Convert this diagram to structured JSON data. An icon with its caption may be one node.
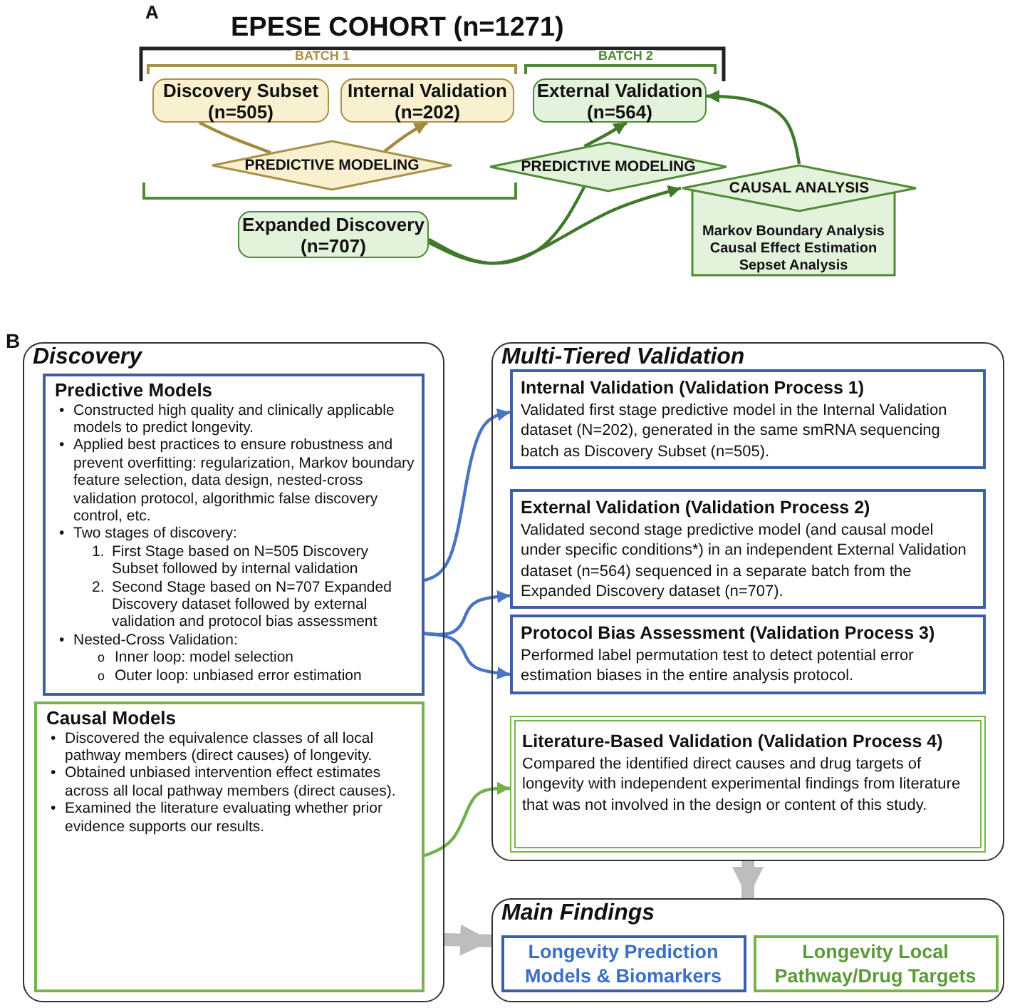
{
  "diagram": {
    "nodes": [
      {
        "text": [
          "Discovery Subset (n=505)"
        ]
      },
      {
        "text": [
          "Internal Validation (n=202)"
        ]
      },
      {
        "text": [
          "External Validation (n=564)"
        ]
      },
      {
        "text": [
          "PREDICTIVE MODELING"
        ]
      },
      {
        "text": [
          "PREDICTIVE MODELING"
        ]
      },
      {
        "text": [
          "CAUSAL ANALYSIS",
          "Markov Boundary Analysis",
          "Causal Effect Estimation",
          "Sepset Analysis"
        ]
      },
      {
        "text": [
          "Expanded Discovery (n=707)"
        ]
      },
      {
        "text": [
          "Discovery"
        ]
      },
      {
        "text": [
          "Predictive Models",
          "• Constructed high quality and clinically applicable models to predict longevity.",
          "• Applied best practices to ensure robustness and prevent overfitting: regularization, Markov boundary feature selection, data design, nested-cross validation protocol, algorithmic false discovery control, etc.",
          "• Two stages of discovery:",
          "1. First Stage based on N=505 Discovery Subset followed by internal validation",
          "2. Second Stage based on N=707 Expanded Discovery dataset followed by external validation and protocol bias assessment",
          "• Nested-Cross Validation:",
          "o Inner loop: model selection",
          "o Outer loop: unbiased error estimation"
        ],
        "in": 7
      },
      {
        "text": [
          "Causal Models",
          "• Discovered the equivalence classes of all local pathway members (direct causes) of longevity.",
          "• Obtained unbiased intervention effect estimates across all local pathway members (direct causes).",
          "• Examined the literature evaluating whether prior evidence supports our results."
        ],
        "in": 7
      },
      {
        "text": [
          "Multi-Tiered Validation"
        ]
      },
      {
        "text": [
          "Internal Validation (Validation Process 1)",
          "Validated first stage predictive model in the Internal Validation dataset (N=202), generated in the same smRNA sequencing batch as Discovery Subset (n=505)."
        ],
        "in": 10
      },
      {
        "text": [
          "External Validation (Validation Process 2)",
          "Validated second stage predictive model (and causal model under specific conditions*) in an independent External Validation dataset (n=564) sequenced in a separate batch from the Expanded Discovery dataset (n=707)."
        ],
        "in": 10
      },
      {
        "text": [
          "Protocol Bias Assessment (Validation Process 3)",
          "Performed label permutation test to detect potential error estimation biases in the entire analysis protocol."
        ],
        "in": 10
      },
      {
        "text": [
          "Literature-Based Validation (Validation Process 4)",
          "Compared the identified direct causes and drug targets of longevity with independent experimental findings from literature that was not involved in the design or content of this study."
        ],
        "in": 10
      },
      {
        "text": [
          "Main Findings"
        ]
      },
      {
        "text": [
          "Longevity Prediction Models & Biomarkers"
        ],
        "in": 15
      },
      {
        "text": [
          "Longevity Local Pathway/Drug Targets"
        ],
        "in": 15
      }
    ],
    "edges": [
      {
        "from": 0,
        "to": 3,
        "arrow": "none",
        "color": "#a08a3c"
      },
      {
        "from": 3,
        "to": 1,
        "arrow": "to",
        "color": "#a08a3c"
      },
      {
        "from": 4,
        "to": 2,
        "arrow": "to",
        "color": "#3f7a2a"
      },
      {
        "from": 6,
        "to": 4,
        "arrow": "none",
        "color": "#3f7a2a"
      },
      {
        "from": 6,
        "to": 5,
        "arrow": "to",
        "color": "#3f7a2a"
      },
      {
        "from": 5,
        "to": 2,
        "arrow": "to",
        "color": "#3f7a2a"
      },
      {
        "from": 8,
        "to": 11,
        "arrow": "to",
        "color": "#4a74c0"
      },
      {
        "from": 8,
        "to": 12,
        "arrow": "to",
        "color": "#4a74c0"
      },
      {
        "from": 8,
        "to": 13,
        "arrow": "to",
        "color": "#4a74c0"
      },
      {
        "from": 9,
        "to": 14,
        "arrow": "to",
        "color": "#72b04c"
      },
      {
        "from": 7,
        "to": 15,
        "arrow": "to",
        "style": "thick",
        "color": "#bdbdbd"
      },
      {
        "from": 10,
        "to": 15,
        "arrow": "to",
        "style": "thick",
        "color": "#bdbdbd"
      }
    ],
    "labels": [
      "A",
      "EPESE COHORT (n=1271)",
      "BATCH 1",
      "BATCH 2",
      "B"
    ]
  }
}
